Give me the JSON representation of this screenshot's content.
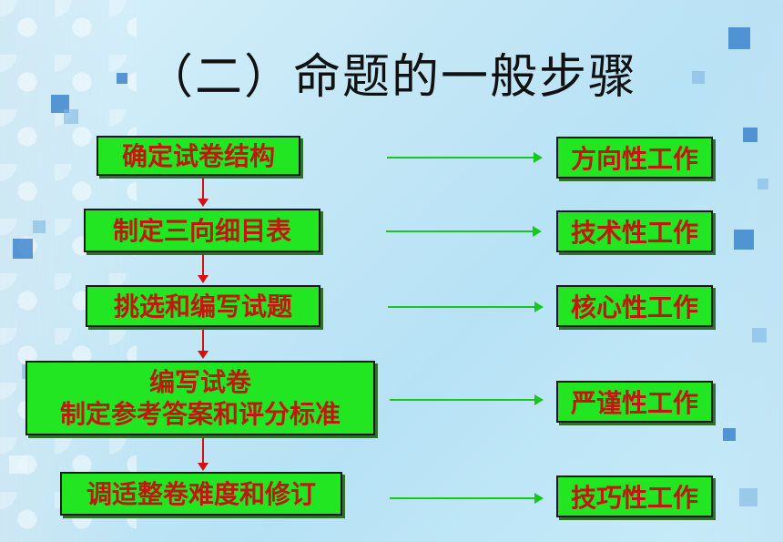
{
  "title": "（二）命题的一般步骤",
  "steps": [
    {
      "label": "确定试卷结构"
    },
    {
      "label": "制定三向细目表"
    },
    {
      "label": "挑选和编写试题"
    },
    {
      "line1": "编写试卷",
      "line2": "制定参考答案和评分标准"
    },
    {
      "label": "调适整卷难度和修订"
    }
  ],
  "tags": [
    {
      "label": "方向性工作"
    },
    {
      "label": "技术性工作"
    },
    {
      "label": "核心性工作"
    },
    {
      "label": "严谨性工作"
    },
    {
      "label": "技巧性工作"
    }
  ],
  "colors": {
    "box_fill": "#22e622",
    "box_text": "#c0180e",
    "flow_arrow": "#d41010",
    "link_arrow": "#16c81d"
  }
}
